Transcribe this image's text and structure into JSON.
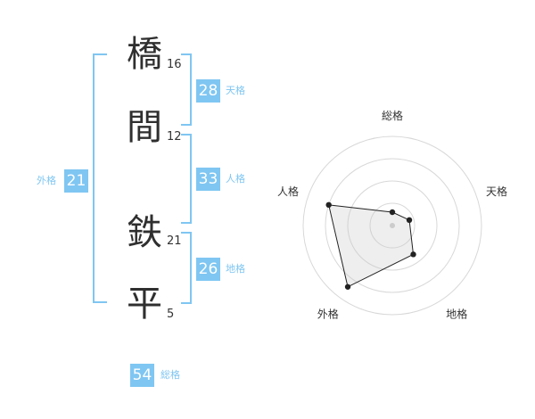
{
  "name": {
    "chars": [
      {
        "char": "橋",
        "strokes": "16"
      },
      {
        "char": "間",
        "strokes": "12"
      },
      {
        "char": "鉄",
        "strokes": "21"
      },
      {
        "char": "平",
        "strokes": "5"
      }
    ]
  },
  "fortunes": {
    "tenkaku": {
      "value": "28",
      "label": "天格"
    },
    "jinkaku": {
      "value": "33",
      "label": "人格"
    },
    "chikaku": {
      "value": "26",
      "label": "地格"
    },
    "gaikaku": {
      "value": "21",
      "label": "外格"
    },
    "soukaku": {
      "value": "54",
      "label": "総格"
    }
  },
  "colors": {
    "accent": "#7fc6f2",
    "text": "#2f2f2f"
  },
  "chart_data": {
    "type": "radar",
    "axes": [
      "総格",
      "天格",
      "地格",
      "外格",
      "人格"
    ],
    "values": [
      0.15,
      0.2,
      0.4,
      0.85,
      0.75
    ],
    "rmax": 1,
    "rings": 4
  }
}
